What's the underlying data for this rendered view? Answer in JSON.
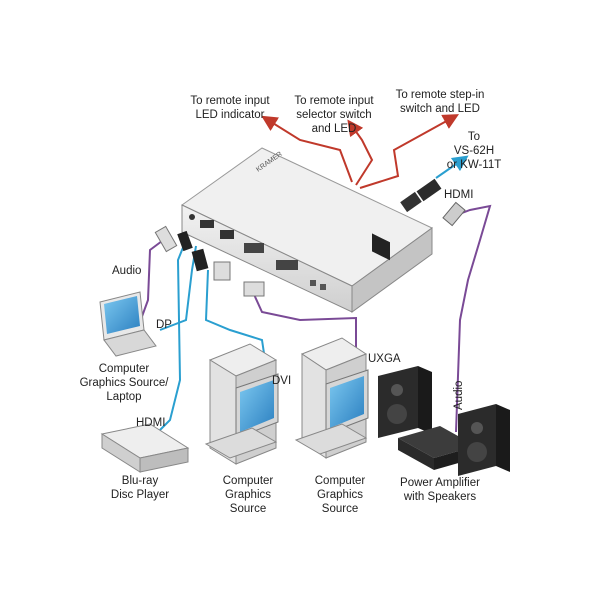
{
  "labels": {
    "remote_led_1": "To remote input",
    "remote_led_2": "LED indicator",
    "remote_sel_1": "To remote input",
    "remote_sel_2": "selector switch",
    "remote_sel_3": "and LED",
    "remote_step_1": "To remote step-in",
    "remote_step_2": "switch and LED",
    "vs_1": "To",
    "vs_2": "VS-62H",
    "vs_3": "or KW-11T",
    "hdmi_top": "HDMI",
    "audio_left": "Audio",
    "dp": "DP",
    "laptop_1": "Computer",
    "laptop_2": "Graphics Source/",
    "laptop_3": "Laptop",
    "hdmi_left": "HDMI",
    "bluray_1": "Blu-ray",
    "bluray_2": "Disc Player",
    "dvi": "DVI",
    "pc1_1": "Computer",
    "pc1_2": "Graphics",
    "pc1_3": "Source",
    "uxga": "UXGA",
    "pc2_1": "Computer",
    "pc2_2": "Graphics",
    "pc2_3": "Source",
    "audio_right": "Audio",
    "amp_1": "Power Amplifier",
    "amp_2": "with Speakers"
  },
  "colors": {
    "red_cable": "#c0392b",
    "cyan_cable": "#2a9fd0",
    "purple_cable": "#7a4a96",
    "device_body": "#e6e6e6",
    "device_dark": "#2b2b2b"
  }
}
